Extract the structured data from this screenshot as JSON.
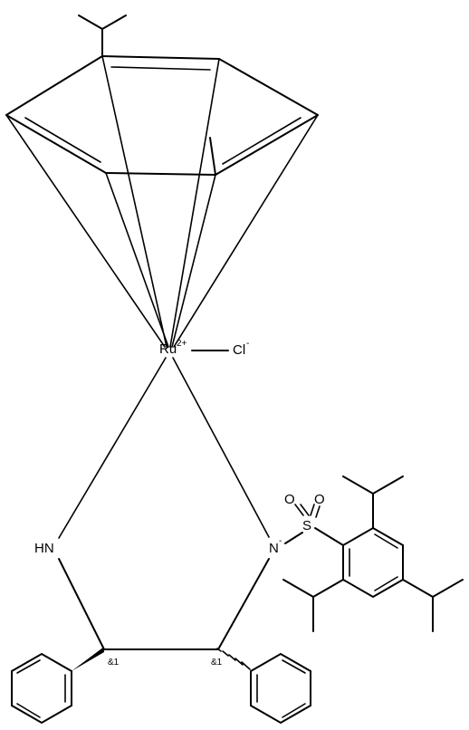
{
  "atoms": {
    "ru": "Ru",
    "ru_charge": "2+",
    "cl": "Cl",
    "cl_charge": "-",
    "nh": "HN",
    "n": "N",
    "n_charge": "-",
    "s": "S",
    "o1": "O",
    "o2": "O",
    "stereo1": "&1",
    "stereo2": "&1"
  }
}
